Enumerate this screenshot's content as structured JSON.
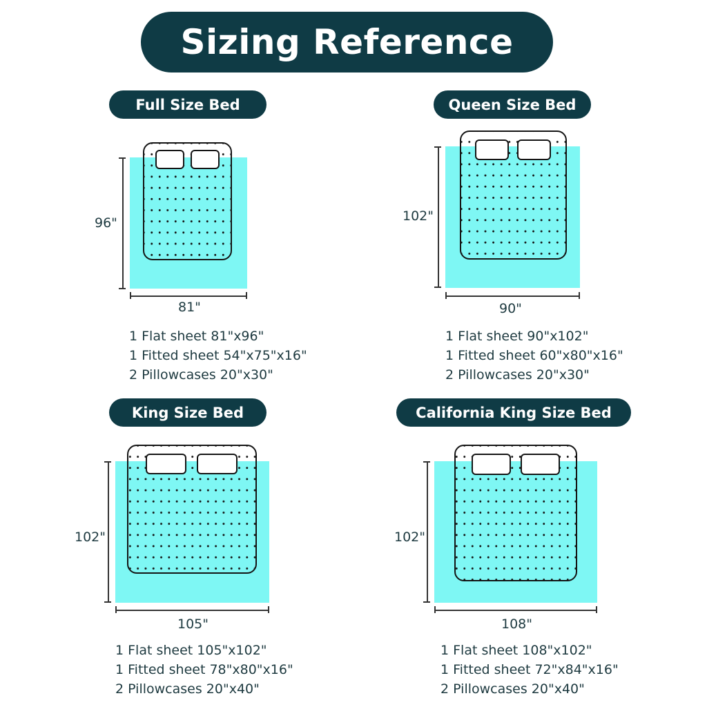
{
  "title": "Sizing Reference",
  "beds": {
    "full": {
      "label": "Full Size Bed",
      "height": "96\"",
      "width": "81\"",
      "specs": [
        "1 Flat sheet 81\"x96\"",
        "1 Fitted sheet 54\"x75\"x16\"",
        "2 Pillowcases 20\"x30\""
      ]
    },
    "queen": {
      "label": "Queen Size Bed",
      "height": "102\"",
      "width": "90\"",
      "specs": [
        "1 Flat sheet 90\"x102\"",
        "1 Fitted sheet 60\"x80\"x16\"",
        "2 Pillowcases 20\"x30\""
      ]
    },
    "king": {
      "label": "King Size Bed",
      "height": "102\"",
      "width": "105\"",
      "specs": [
        "1 Flat sheet 105\"x102\"",
        "1 Fitted sheet 78\"x80\"x16\"",
        "2 Pillowcases 20\"x40\""
      ]
    },
    "cal_king": {
      "label": "California King Size Bed",
      "height": "102\"",
      "width": "108\"",
      "specs": [
        "1 Flat sheet 108\"x102\"",
        "1 Fitted sheet 72\"x84\"x16\"",
        "2 Pillowcases 20\"x40\""
      ]
    }
  },
  "colors": {
    "pill": "#0f3b45",
    "sheet": "#7ef7f4",
    "text": "#1e3a40"
  }
}
